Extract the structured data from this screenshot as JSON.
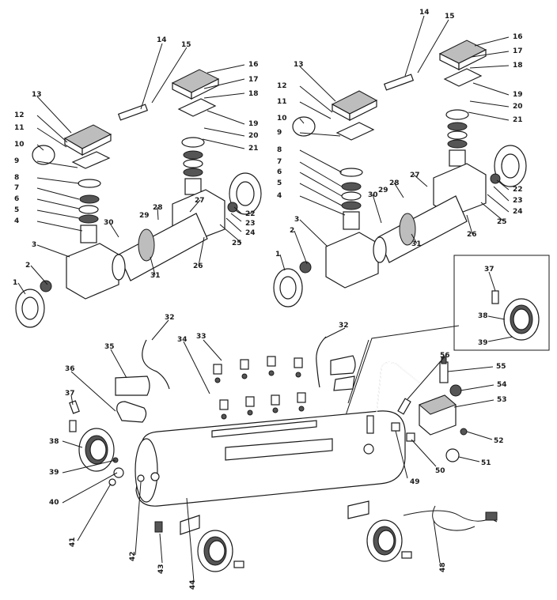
{
  "callouts": [
    "1",
    "2",
    "3",
    "4",
    "5",
    "6",
    "7",
    "8",
    "9",
    "10",
    "11",
    "12",
    "13",
    "14",
    "15",
    "16",
    "17",
    "18",
    "19",
    "20",
    "21",
    "22",
    "23",
    "24",
    "25",
    "26",
    "27",
    "28",
    "29",
    "30",
    "31",
    "32",
    "33",
    "34",
    "35",
    "36",
    "37",
    "38",
    "39",
    "40",
    "41",
    "42",
    "43",
    "44",
    "48",
    "49",
    "50",
    "51",
    "52",
    "53",
    "54",
    "55",
    "56"
  ],
  "colors": {
    "ink": "#1a1a1a",
    "paper": "#ffffff",
    "shade": "#bdbdbd",
    "dark": "#555555"
  }
}
